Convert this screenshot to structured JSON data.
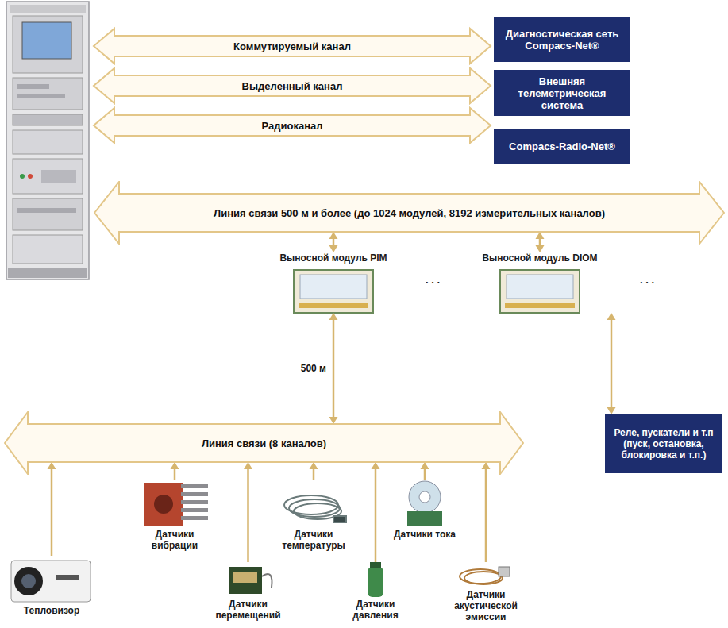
{
  "diagram": {
    "nodes": [
      {
        "text": [
          "Диагностическая сеть Compacs-Net®"
        ]
      },
      {
        "text": [
          "Внешняя телеметрическая система"
        ]
      },
      {
        "text": [
          "Compacs-Radio-Net®"
        ]
      },
      {
        "text": [
          "Линия связи 500 м и более (до 1024 модулей, 8192 измерительных каналов)"
        ]
      },
      {
        "text": [
          "Выносной модуль PIM"
        ]
      },
      {
        "text": [
          "Выносной модуль DIOM"
        ]
      },
      {
        "text": [
          "Линия связи (8 каналов)"
        ]
      },
      {
        "text": [
          "Реле, пускатели и т.п (пуск, остановка, блокировка и т.п.)"
        ]
      },
      {
        "text": [
          "Датчики вибрации"
        ]
      },
      {
        "text": [
          "Датчики температуры"
        ]
      },
      {
        "text": [
          "Датчики тока"
        ]
      },
      {
        "text": [
          "Тепловизор"
        ]
      },
      {
        "text": [
          "Датчики перемещений"
        ]
      },
      {
        "text": [
          "Датчики давления"
        ]
      },
      {
        "text": [
          "Датчики акустической эмиссии"
        ]
      }
    ],
    "edges": [
      {
        "from": 4,
        "to": 3,
        "arrow": "both"
      },
      {
        "from": 5,
        "to": 3,
        "arrow": "both"
      },
      {
        "from": 4,
        "to": 6,
        "label": "500 м",
        "arrow": "both"
      },
      {
        "from": 5,
        "to": 7,
        "arrow": "both"
      },
      {
        "from": 8,
        "to": 6,
        "arrow": "to"
      },
      {
        "from": 9,
        "to": 6,
        "arrow": "to"
      },
      {
        "from": 10,
        "to": 6,
        "arrow": "to"
      },
      {
        "from": 11,
        "to": 6,
        "arrow": "to"
      },
      {
        "from": 12,
        "to": 6,
        "arrow": "to"
      },
      {
        "from": 13,
        "to": 6,
        "arrow": "to"
      },
      {
        "from": 14,
        "to": 6,
        "arrow": "to"
      }
    ],
    "labels": [
      "Коммутируемый канал",
      "Выделенный канал",
      "Радиоканал",
      ". . .",
      ". . ."
    ]
  }
}
